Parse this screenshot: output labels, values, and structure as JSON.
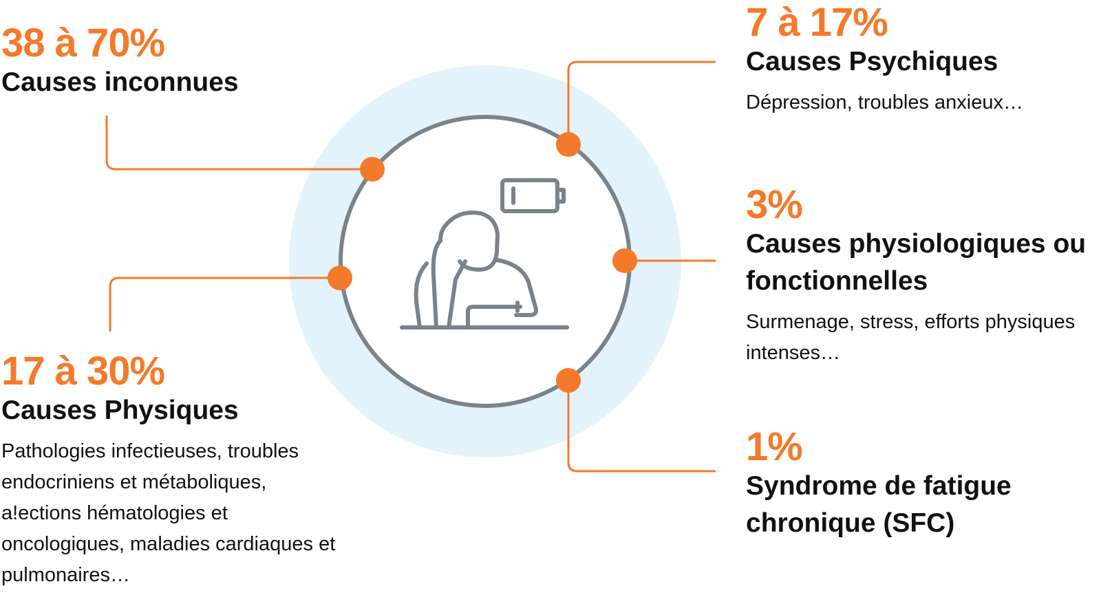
{
  "colors": {
    "accent": "#f47a2b",
    "ring": "#7b828a",
    "halo": "#e3f3fb",
    "text": "#111111"
  },
  "center_icon": "tired-person-low-battery-icon",
  "causes": {
    "inconnues": {
      "pct": "38 à 70%",
      "title": "Causes inconnues"
    },
    "psychiques": {
      "pct": "7 à 17%",
      "title": "Causes Psychiques",
      "desc": "Dépression, troubles anxieux…"
    },
    "physio": {
      "pct": "3%",
      "title": "Causes physiologiques ou fonctionnelles",
      "desc": "Surmenage, stress, efforts physiques intenses…"
    },
    "physiques": {
      "pct": "17 à 30%",
      "title": "Causes Physiques",
      "desc": "Pathologies infectieuses, troubles endocriniens et métaboliques, a!ections hématologies et oncologiques, maladies cardiaques et pulmonaires…"
    },
    "sfc": {
      "pct": "1%",
      "title": "Syndrome de fatigue chronique (SFC)"
    }
  }
}
